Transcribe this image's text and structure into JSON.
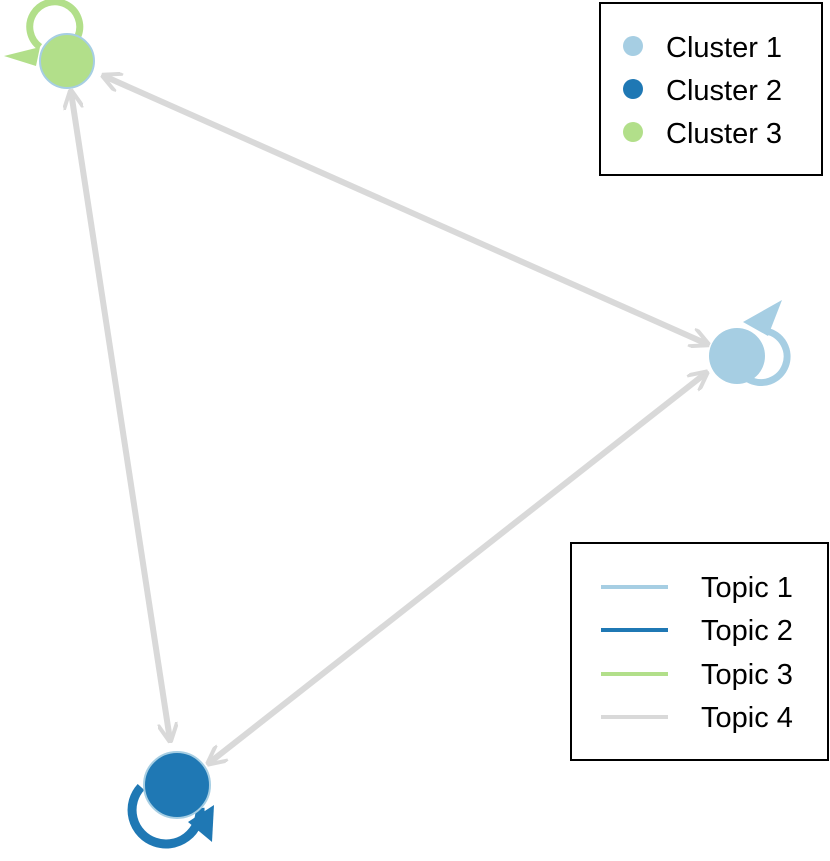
{
  "colors": {
    "cluster_1": "#a6cee3",
    "cluster_2": "#1f78b4",
    "cluster_3": "#b2df8a",
    "topic_1": "#a6cee3",
    "topic_2": "#1f78b4",
    "topic_3": "#b2df8a",
    "topic_4": "#d9d9d9"
  },
  "nodes": [
    {
      "id": "n1",
      "cluster": "cluster_1"
    },
    {
      "id": "n2",
      "cluster": "cluster_2"
    },
    {
      "id": "n3",
      "cluster": "cluster_3"
    }
  ],
  "edges": [
    {
      "from": "n3",
      "to": "n1",
      "topic": "Topic 4",
      "bidirectional": true
    },
    {
      "from": "n3",
      "to": "n2",
      "topic": "Topic 4",
      "bidirectional": true
    },
    {
      "from": "n1",
      "to": "n2",
      "topic": "Topic 4",
      "bidirectional": true
    }
  ],
  "self_loops": [
    {
      "node": "n1",
      "topic": "Topic 1"
    },
    {
      "node": "n2",
      "topic": "Topic 2"
    },
    {
      "node": "n3",
      "topic": "Topic 3"
    }
  ],
  "cluster_legend": {
    "items": [
      {
        "label": "Cluster 1",
        "color": "#a6cee3"
      },
      {
        "label": "Cluster 2",
        "color": "#1f78b4"
      },
      {
        "label": "Cluster 3",
        "color": "#b2df8a"
      }
    ]
  },
  "topic_legend": {
    "items": [
      {
        "label": "Topic 1",
        "color": "#a6cee3"
      },
      {
        "label": "Topic 2",
        "color": "#1f78b4"
      },
      {
        "label": "Topic 3",
        "color": "#b2df8a"
      },
      {
        "label": "Topic 4",
        "color": "#d9d9d9"
      }
    ]
  }
}
